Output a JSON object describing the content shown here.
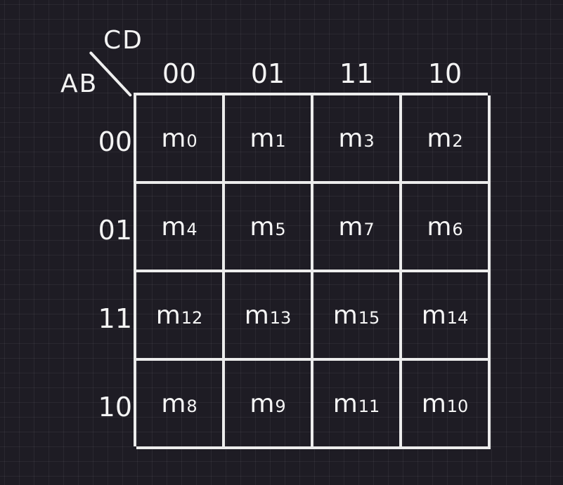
{
  "corner": {
    "top_var": "CD",
    "left_var": "AB"
  },
  "col_headers": [
    "00",
    "01",
    "11",
    "10"
  ],
  "row_headers": [
    "00",
    "01",
    "11",
    "10"
  ],
  "cells": [
    [
      {
        "m": "m",
        "sub": "0"
      },
      {
        "m": "m",
        "sub": "1"
      },
      {
        "m": "m",
        "sub": "3"
      },
      {
        "m": "m",
        "sub": "2"
      }
    ],
    [
      {
        "m": "m",
        "sub": "4"
      },
      {
        "m": "m",
        "sub": "5"
      },
      {
        "m": "m",
        "sub": "7"
      },
      {
        "m": "m",
        "sub": "6"
      }
    ],
    [
      {
        "m": "m",
        "sub": "12"
      },
      {
        "m": "m",
        "sub": "13"
      },
      {
        "m": "m",
        "sub": "15"
      },
      {
        "m": "m",
        "sub": "14"
      }
    ],
    [
      {
        "m": "m",
        "sub": "8"
      },
      {
        "m": "m",
        "sub": "9"
      },
      {
        "m": "m",
        "sub": "11"
      },
      {
        "m": "m",
        "sub": "10"
      }
    ]
  ],
  "colors": {
    "background": "#1e1c24",
    "lines": "#ececec",
    "text": "#f4f4f4"
  }
}
